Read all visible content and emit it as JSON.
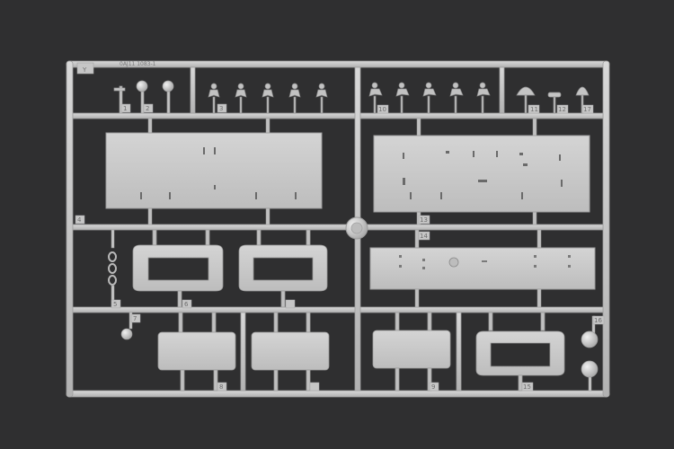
{
  "photo": {
    "background_color": "#2f2f30",
    "plastic_color": "#c9c9c9",
    "plastic_shadow_color": "#9d9d9d",
    "sprue": {
      "letter": "Y",
      "header_code": "0AJ11 1083-1",
      "part_numbers": [
        "1",
        "2",
        "3",
        "4",
        "5",
        "6",
        "7",
        "8",
        "9",
        "10",
        "11",
        "12",
        "13",
        "14",
        "15",
        "16",
        "17"
      ]
    }
  }
}
